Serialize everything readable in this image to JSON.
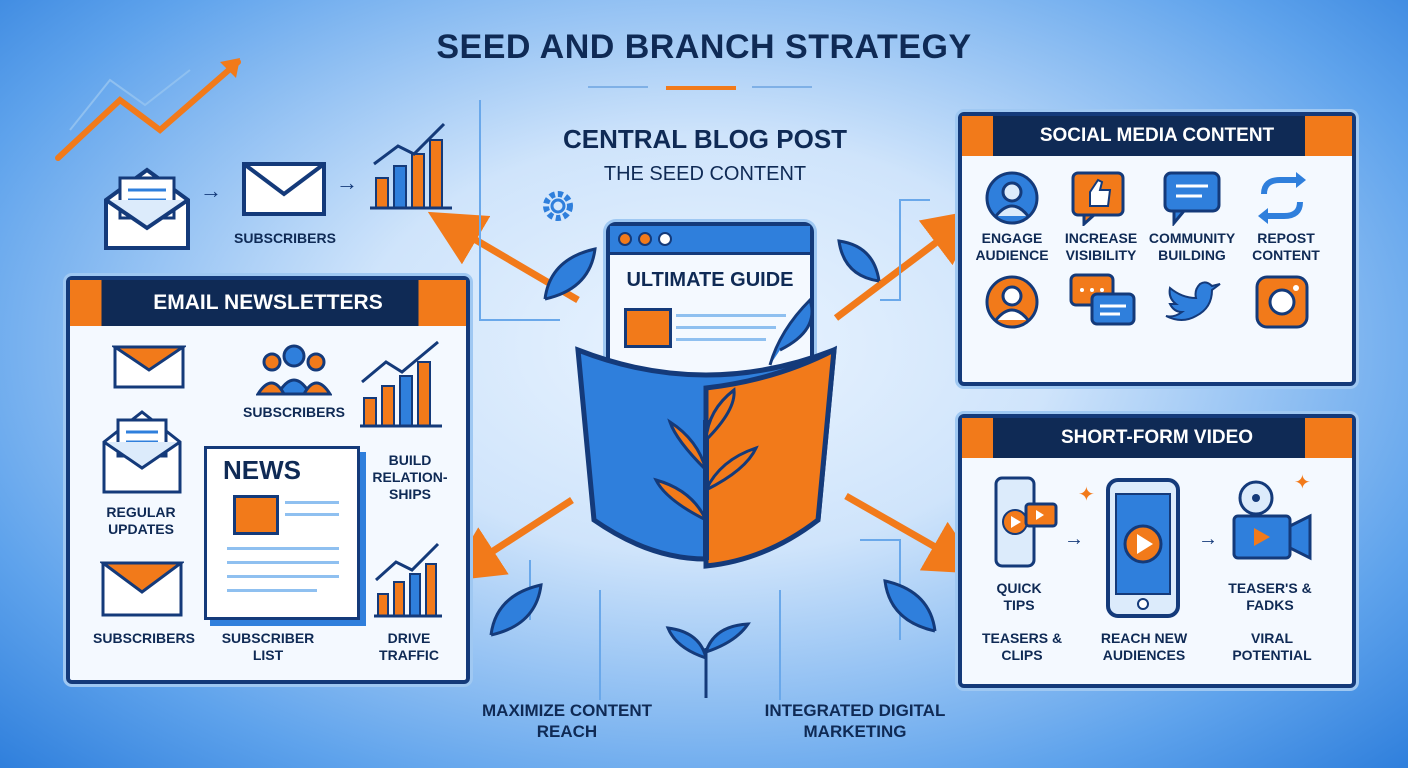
{
  "title": "SEED AND BRANCH STRATEGY",
  "central": {
    "heading": "CENTRAL BLOG POST",
    "subheading": "THE SEED CONTENT",
    "guide_label": "ULTIMATE GUIDE"
  },
  "top_left": {
    "subscribers_label": "SUBSCRIBERS"
  },
  "email": {
    "header": "EMAIL NEWSLETTERS",
    "subscribers_top": "SUBSCRIBERS",
    "build_relationships": "BUILD RELATION-SHIPS",
    "news_label": "NEWS",
    "regular_updates": "REGULAR UPDATES",
    "subscribers_bottom": "SUBSCRIBERS",
    "subscriber_list": "SUBSCRIBER LIST",
    "drive_traffic": "DRIVE TRAFFIC"
  },
  "social": {
    "header": "SOCIAL MEDIA CONTENT",
    "items": [
      {
        "label": "ENGAGE AUDIENCE",
        "icon": "user-circle-icon"
      },
      {
        "label": "INCREASE VISIBILITY",
        "icon": "thumbs-up-icon"
      },
      {
        "label": "COMMUNITY BUILDING",
        "icon": "chat-bubble-icon"
      },
      {
        "label": "REPOST CONTENT",
        "icon": "repost-icon"
      }
    ],
    "row2_icons": [
      "user-circle-icon",
      "chat-bubbles-icon",
      "bird-icon",
      "camera-icon"
    ]
  },
  "video": {
    "header": "SHORT-FORM VIDEO",
    "labels_top": [
      "QUICK TIPS",
      "TEASER'S & FADKS"
    ],
    "labels_bottom": [
      "TEASERS & CLIPS",
      "REACH NEW AUDIENCES",
      "VIRAL POTENTIAL"
    ]
  },
  "bottom": {
    "maximize": "MAXIMIZE CONTENT REACH",
    "integrated": "INTEGRATED DIGITAL MARKETING"
  },
  "colors": {
    "navy": "#0f2a55",
    "orange": "#f27a1a",
    "blue": "#2f7fdc"
  }
}
